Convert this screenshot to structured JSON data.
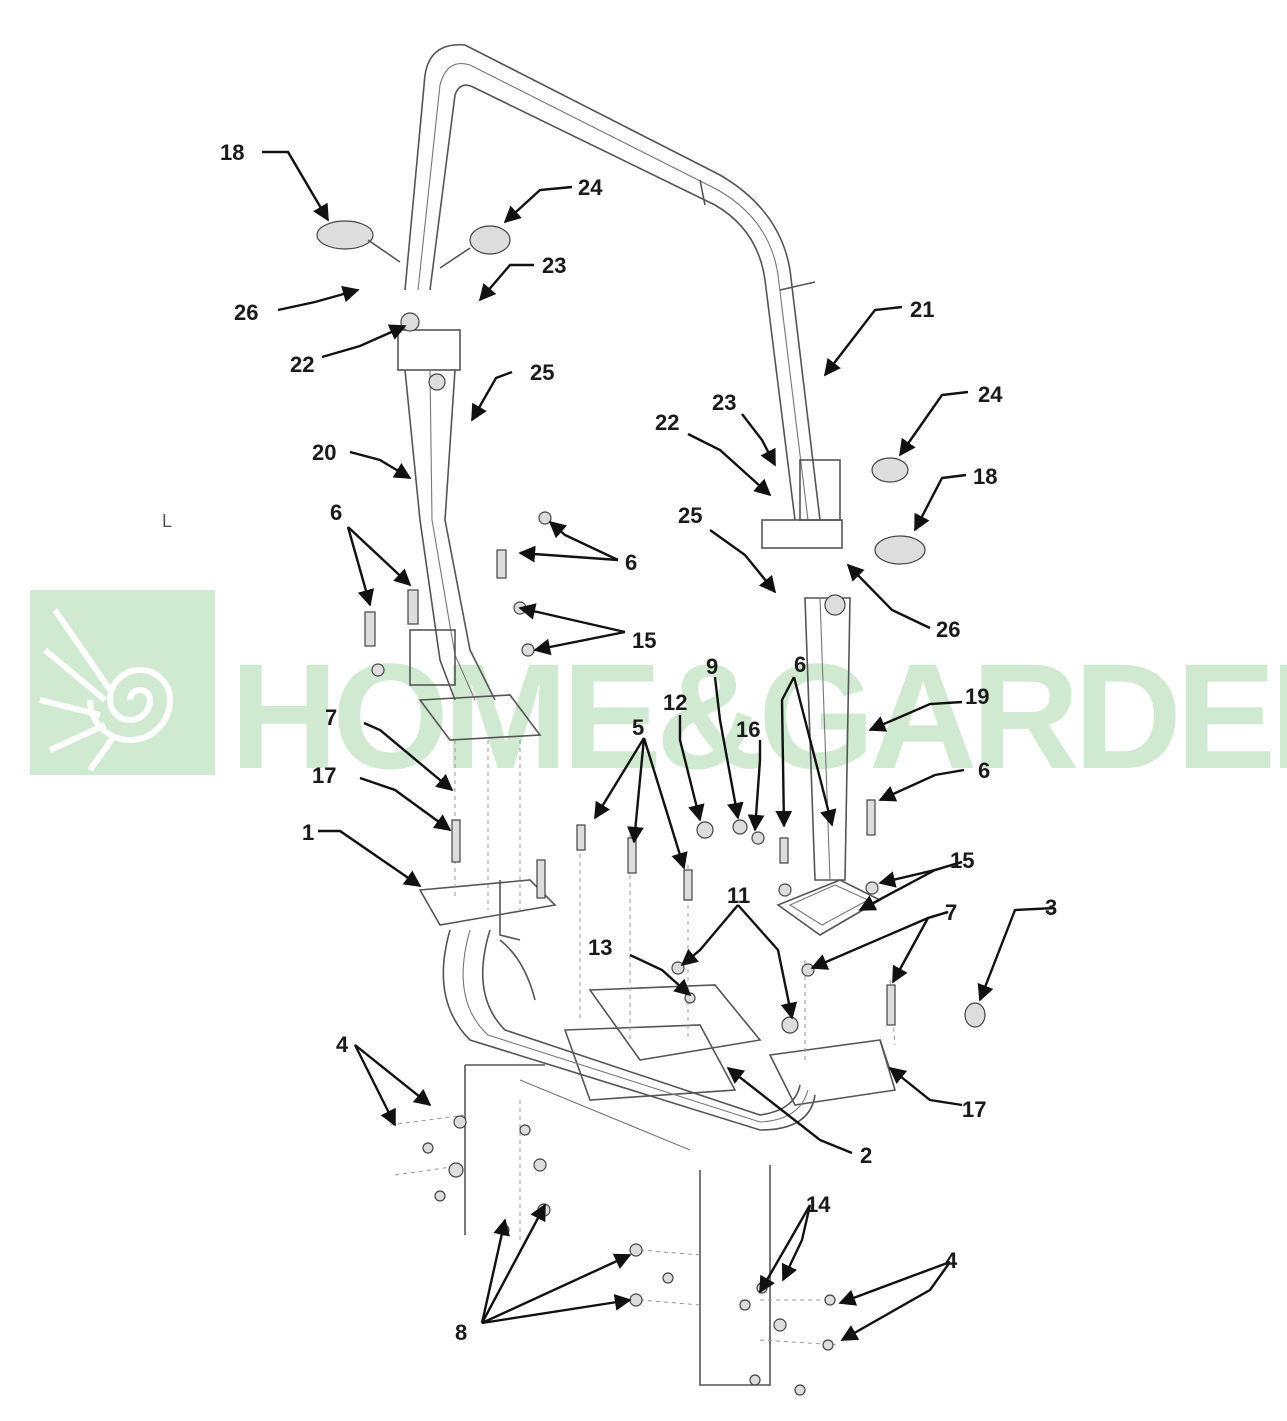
{
  "watermark": {
    "text": "HOME&GARDEN",
    "color": "#c8e6c9"
  },
  "callouts": [
    {
      "id": "c18a",
      "label": "18"
    },
    {
      "id": "c24a",
      "label": "24"
    },
    {
      "id": "c23a",
      "label": "23"
    },
    {
      "id": "c26a",
      "label": "26"
    },
    {
      "id": "c22a",
      "label": "22"
    },
    {
      "id": "c25a",
      "label": "25"
    },
    {
      "id": "c20",
      "label": "20"
    },
    {
      "id": "c6a",
      "label": "6"
    },
    {
      "id": "c6b",
      "label": "6"
    },
    {
      "id": "c15a",
      "label": "15"
    },
    {
      "id": "c7a",
      "label": "7"
    },
    {
      "id": "c17a",
      "label": "17"
    },
    {
      "id": "c1",
      "label": "1"
    },
    {
      "id": "c21",
      "label": "21"
    },
    {
      "id": "c24b",
      "label": "24"
    },
    {
      "id": "c23b",
      "label": "23"
    },
    {
      "id": "c22b",
      "label": "22"
    },
    {
      "id": "c18b",
      "label": "18"
    },
    {
      "id": "c25b",
      "label": "25"
    },
    {
      "id": "c26b",
      "label": "26"
    },
    {
      "id": "c9",
      "label": "9"
    },
    {
      "id": "c12",
      "label": "12"
    },
    {
      "id": "c5",
      "label": "5"
    },
    {
      "id": "c16",
      "label": "16"
    },
    {
      "id": "c6c",
      "label": "6"
    },
    {
      "id": "c19",
      "label": "19"
    },
    {
      "id": "c6d",
      "label": "6"
    },
    {
      "id": "c15b",
      "label": "15"
    },
    {
      "id": "c11",
      "label": "11"
    },
    {
      "id": "c13",
      "label": "13"
    },
    {
      "id": "c7b",
      "label": "7"
    },
    {
      "id": "c3",
      "label": "3"
    },
    {
      "id": "c4a",
      "label": "4"
    },
    {
      "id": "c2",
      "label": "2"
    },
    {
      "id": "c17b",
      "label": "17"
    },
    {
      "id": "c14",
      "label": "14"
    },
    {
      "id": "c4b",
      "label": "4"
    },
    {
      "id": "c8",
      "label": "8"
    },
    {
      "id": "cL",
      "label": "L"
    }
  ]
}
